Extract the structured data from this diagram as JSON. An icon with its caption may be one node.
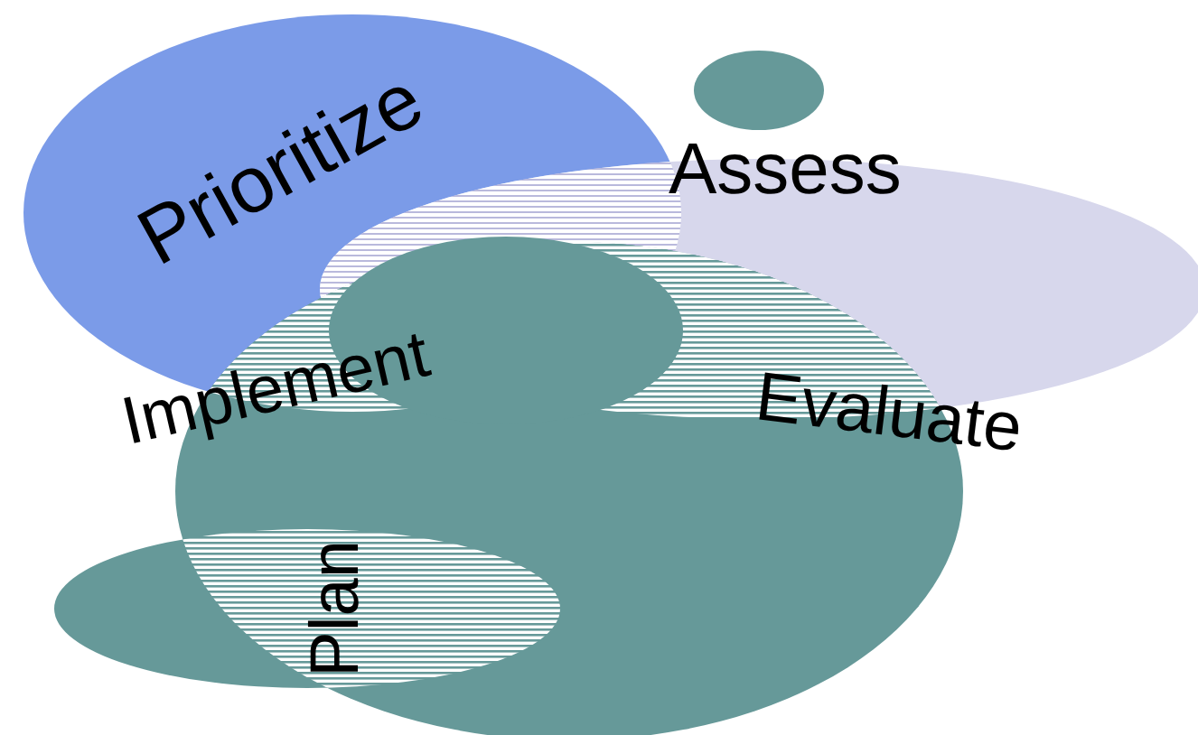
{
  "diagram": {
    "labels": [
      "Prioritize",
      "Assess",
      "Implement",
      "Evaluate",
      "Plan"
    ]
  }
}
